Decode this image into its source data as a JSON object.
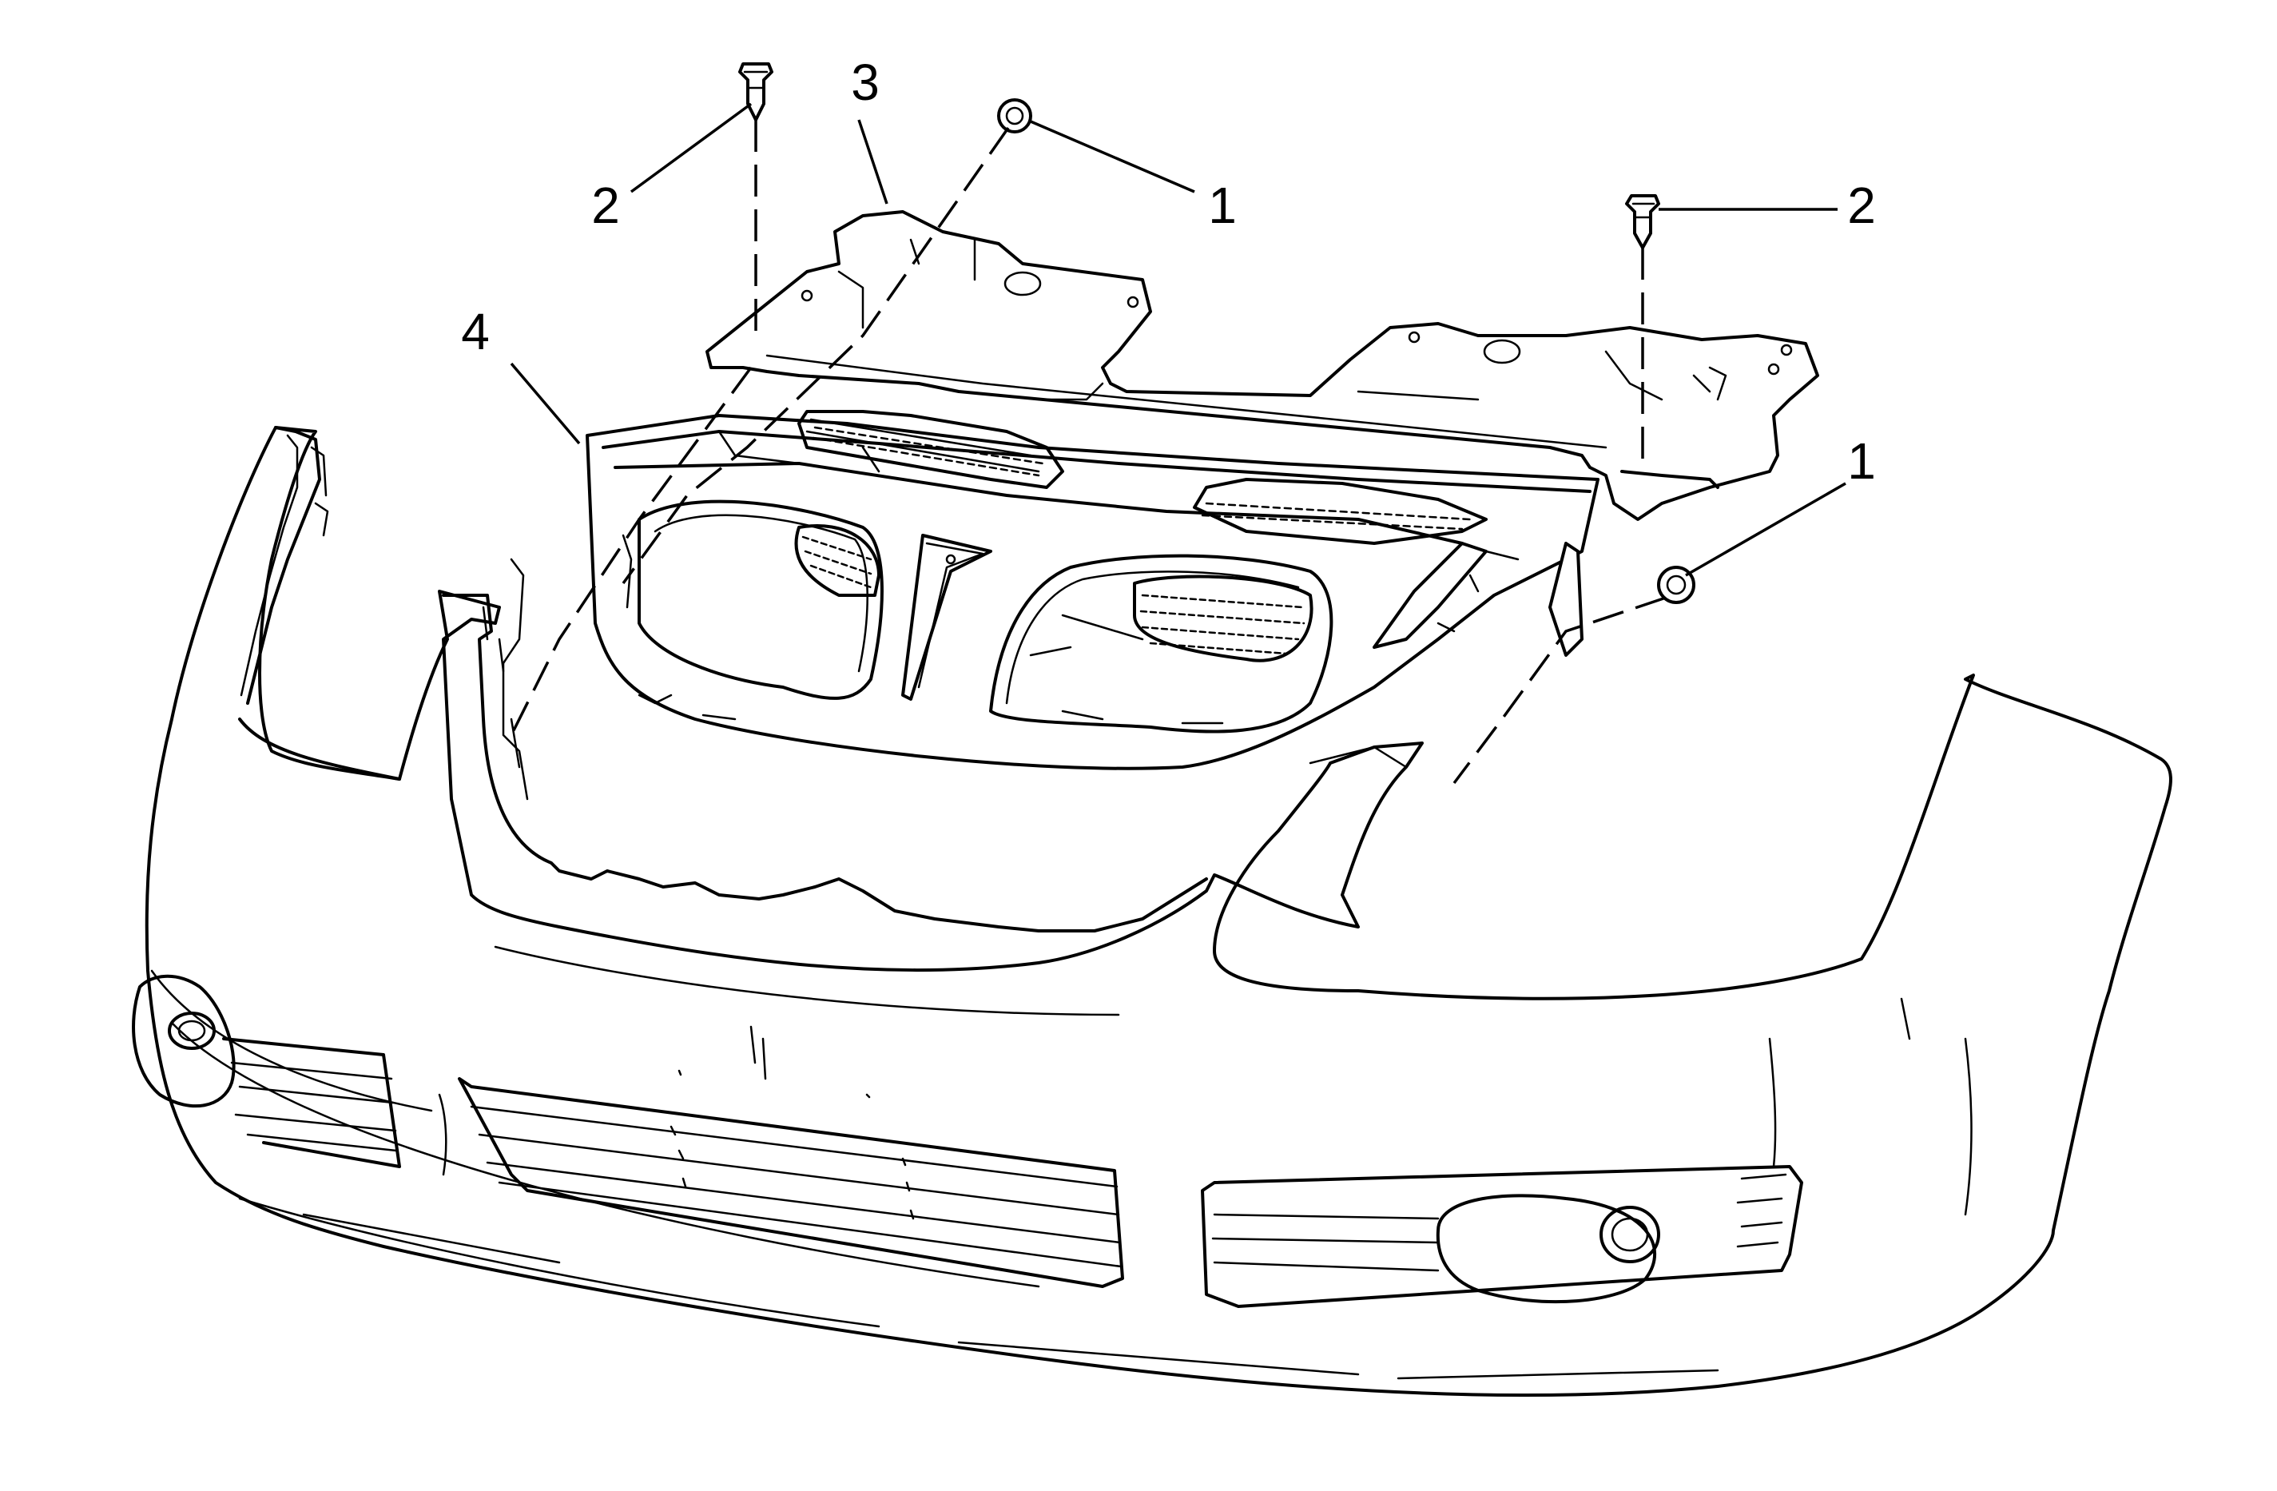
{
  "callouts": [
    {
      "id": "callout-1-top",
      "text": "1"
    },
    {
      "id": "callout-1-right",
      "text": "1"
    },
    {
      "id": "callout-2-left",
      "text": "2"
    },
    {
      "id": "callout-2-right",
      "text": "2"
    },
    {
      "id": "callout-3",
      "text": "3"
    },
    {
      "id": "callout-4",
      "text": "4"
    }
  ],
  "parts": [
    {
      "callout": "1",
      "icon": "push-nut-icon"
    },
    {
      "callout": "2",
      "icon": "push-pin-retainer-icon"
    },
    {
      "callout": "3",
      "icon": "upper-support-bracket"
    },
    {
      "callout": "4",
      "icon": "radiator-grille-assembly"
    }
  ],
  "colors": {
    "line": "#000000",
    "background": "#ffffff"
  }
}
